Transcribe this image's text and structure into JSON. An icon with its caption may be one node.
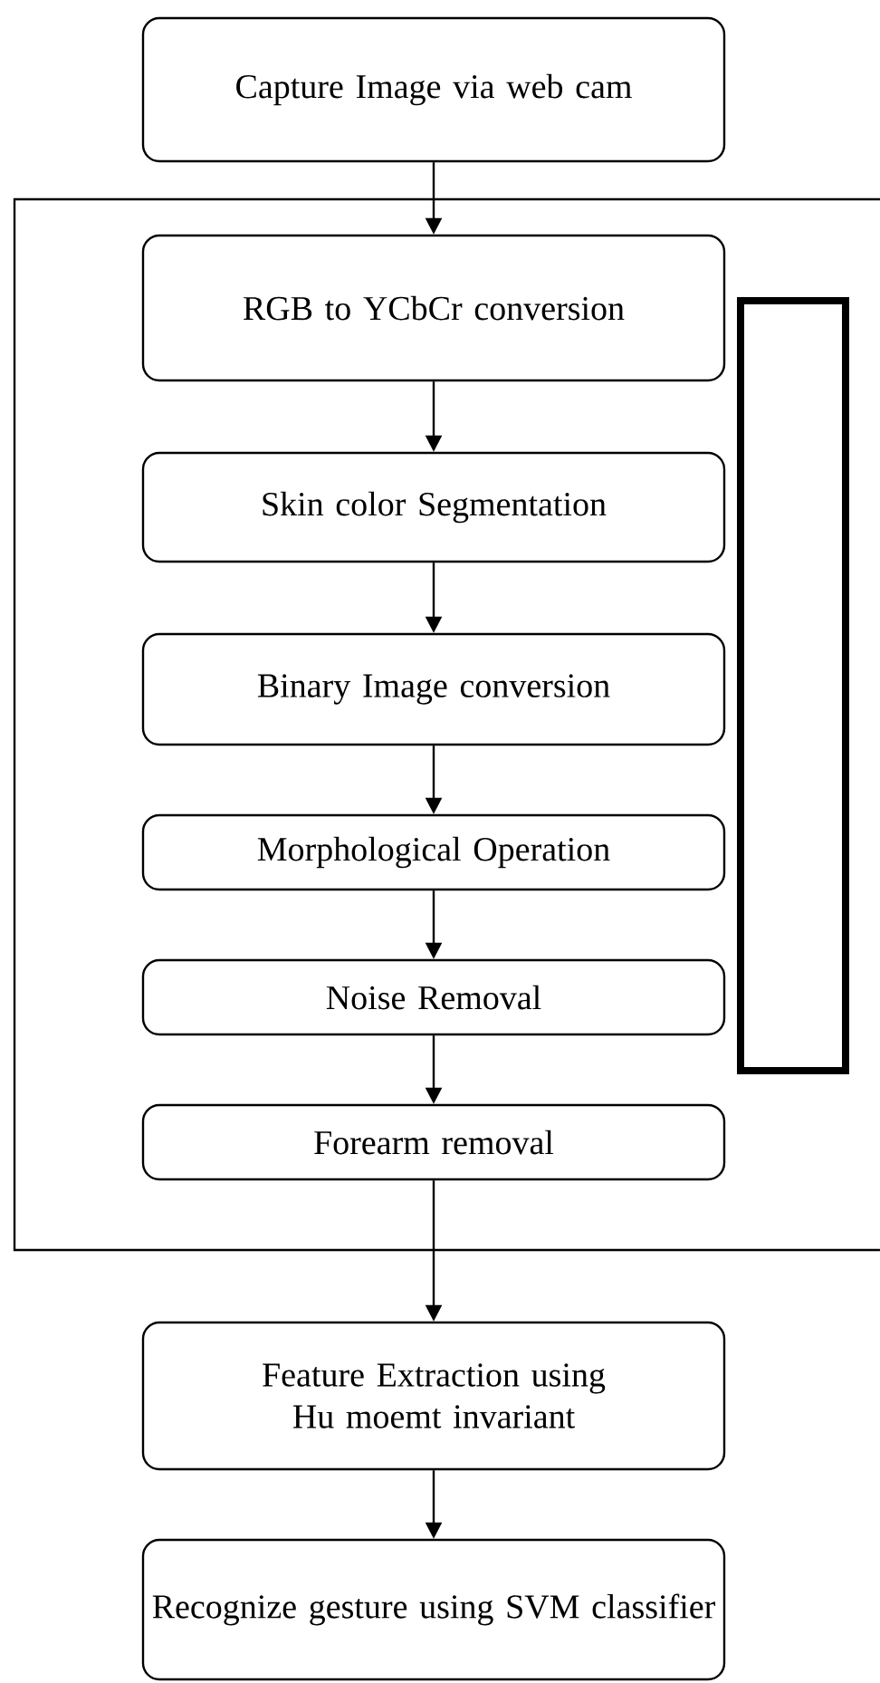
{
  "diagram": {
    "nodes": [
      {
        "text": [
          "Capture Image via web cam"
        ]
      },
      {
        "text": [],
        "shape": "box"
      },
      {
        "text": [
          "RGB to YCbCr conversion"
        ],
        "in": 1
      },
      {
        "text": [
          "Skin color Segmentation"
        ],
        "in": 1
      },
      {
        "text": [
          "Binary Image conversion"
        ],
        "in": 1
      },
      {
        "text": [
          "Morphological Operation"
        ],
        "in": 1
      },
      {
        "text": [
          "Noise Removal"
        ],
        "in": 1
      },
      {
        "text": [
          "Forearm removal"
        ],
        "in": 1
      },
      {
        "text": [],
        "shape": "box",
        "in": 1
      },
      {
        "text": [
          "Feature Extraction using Hu moemt invariant"
        ]
      },
      {
        "text": [
          "Recognize gesture using SVM classifier"
        ]
      }
    ],
    "edges": [
      {
        "from": 0,
        "to": 2,
        "arrow": "to"
      },
      {
        "from": 2,
        "to": 3,
        "arrow": "to"
      },
      {
        "from": 3,
        "to": 4,
        "arrow": "to"
      },
      {
        "from": 4,
        "to": 5,
        "arrow": "to"
      },
      {
        "from": 5,
        "to": 6,
        "arrow": "to"
      },
      {
        "from": 6,
        "to": 7,
        "arrow": "to"
      },
      {
        "from": 7,
        "to": 9,
        "arrow": "to"
      },
      {
        "from": 9,
        "to": 10,
        "arrow": "to"
      }
    ]
  }
}
